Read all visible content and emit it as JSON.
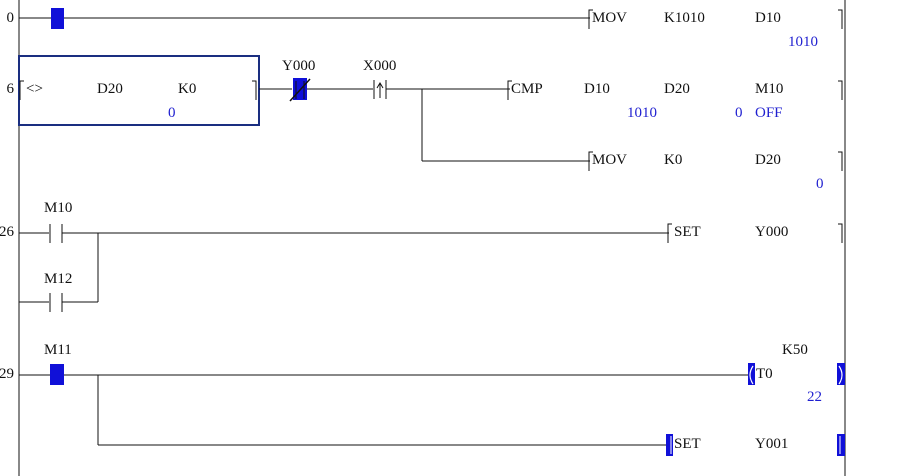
{
  "colors": {
    "background": "#ffffff",
    "ink": "#111111",
    "value": "#1f1fd0",
    "cursor": "#1010d8",
    "selection_box": "#1a2e80"
  },
  "rungs": [
    {
      "step": "0",
      "instruction": "MOV",
      "operands": [
        "K1010",
        "D10"
      ],
      "values": {
        "D10": "1010"
      }
    },
    {
      "step": "6",
      "compare_block": {
        "op": "<>",
        "operands": [
          "D20",
          "K0"
        ],
        "value": "0"
      },
      "contacts": [
        {
          "device": "Y000",
          "type": "normally-closed-contact",
          "state": "energized"
        },
        {
          "device": "X000",
          "type": "rising-edge-pulse-contact"
        }
      ],
      "outputs": [
        {
          "instruction": "CMP",
          "operands": [
            "D10",
            "D20",
            "M10"
          ],
          "values": [
            "1010",
            "0",
            "OFF"
          ]
        },
        {
          "instruction": "MOV",
          "operands": [
            "K0",
            "D20"
          ],
          "values": [
            "0"
          ]
        }
      ]
    },
    {
      "step": "26",
      "contacts": [
        {
          "device": "M10",
          "type": "normally-open-contact"
        },
        {
          "device": "M12",
          "type": "normally-open-contact",
          "branch": "parallel"
        }
      ],
      "outputs": [
        {
          "instruction": "SET",
          "operands": [
            "Y000"
          ]
        }
      ]
    },
    {
      "step": "29",
      "contacts": [
        {
          "device": "M11",
          "type": "normally-open-contact",
          "state": "energized"
        }
      ],
      "outputs": [
        {
          "instruction": "T0",
          "operands": [
            "K50"
          ],
          "values": [
            "22"
          ],
          "state": "active"
        },
        {
          "instruction": "SET",
          "operands": [
            "Y001"
          ],
          "state": "active"
        }
      ]
    }
  ]
}
